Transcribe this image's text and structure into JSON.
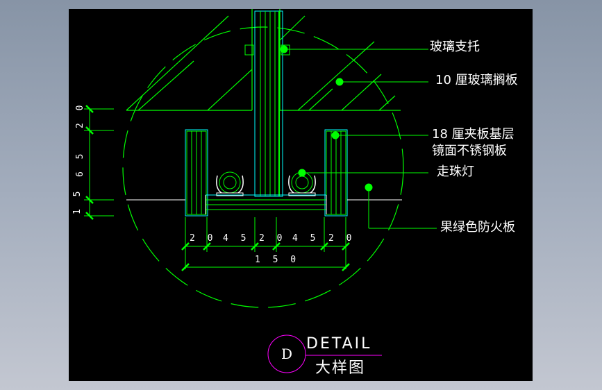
{
  "drawing": {
    "background": "#000000",
    "line_color": "#00ff00",
    "accent_cyan": "#00ffff",
    "marker_color": "#ff00ff",
    "text_color": "#ffffff"
  },
  "labels": {
    "glass_support": "玻璃支托",
    "glass_shelf": "10 厘玻璃搁板",
    "plywood_base": "18 厘夹板基层",
    "stainless_mirror": "镜面不锈钢板",
    "spotlight": "走珠灯",
    "fireboard": "果绿色防火板"
  },
  "dimensions": {
    "horizontal": [
      "2 0",
      "4 5",
      "2 0",
      "4 5",
      "2 0"
    ],
    "horizontal_values": [
      20,
      45,
      20,
      45,
      20
    ],
    "total": "1 5 0",
    "total_value": 150,
    "vertical": [
      "2 0",
      "6 5",
      "1 5"
    ],
    "vertical_values": [
      20,
      65,
      15
    ]
  },
  "title_block": {
    "marker": "D",
    "title_en": "DETAIL",
    "title_cn": "大样图"
  }
}
